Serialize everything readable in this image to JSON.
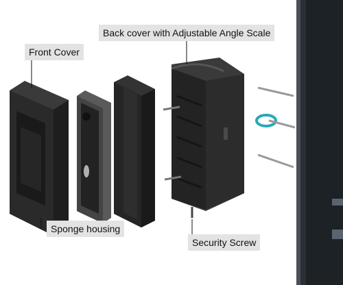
{
  "labels": {
    "front_cover": "Front Cover",
    "back_cover": "Back cover with Adjustable Angle Scale",
    "sponge_housing": "Sponge housing",
    "security_screw": "Security Screw"
  },
  "colors": {
    "part_dark": "#2b2b2b",
    "part_mid": "#3a3a3a",
    "doorbell_body": "#4a4a4a",
    "label_bg": "#e3e3e3",
    "wall_anchor": "#2aa8b6",
    "door_frame": "#1f2428"
  }
}
